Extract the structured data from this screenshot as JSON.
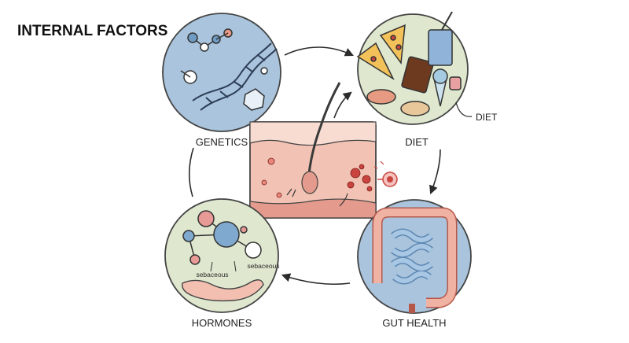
{
  "title": "INTERNAL FACTORS",
  "nodes": {
    "genetics": {
      "label": "GENETICS"
    },
    "diet": {
      "label": "DIET",
      "callout": "DIET"
    },
    "gut": {
      "label": "GUT HEALTH"
    },
    "hormones": {
      "label": "HORMONES",
      "sublabel_left": "sebaceous",
      "sublabel_right": "sebaceous"
    }
  },
  "colors": {
    "genetics_bg": "#a9c4dc",
    "diet_bg": "#dfe8cf",
    "gut_bg": "#a9c4dc",
    "hormones_bg": "#dfe8cf",
    "skin": "#f2c3b4",
    "skin_dark": "#e49a8c",
    "inflammation": "#c9443f",
    "outline": "#3a3a3a"
  },
  "icons": {
    "genetics": "dna-helix-icon",
    "diet": "junk-food-icon",
    "gut": "intestine-icon",
    "hormones": "molecule-icon",
    "center": "skin-cross-section-icon"
  }
}
